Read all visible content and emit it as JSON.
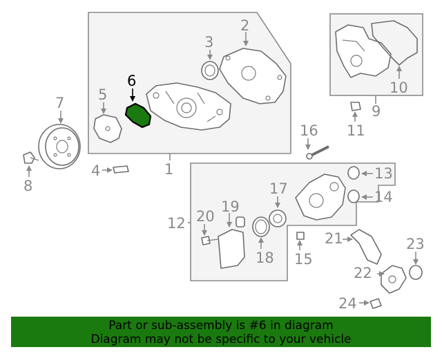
{
  "diagram": {
    "callouts": [
      "1",
      "2",
      "3",
      "4",
      "5",
      "6",
      "7",
      "8",
      "9",
      "10",
      "11",
      "12",
      "13",
      "14",
      "15",
      "16",
      "17",
      "18",
      "19",
      "20",
      "21",
      "22",
      "23",
      "24"
    ],
    "highlighted_part": "6",
    "colors": {
      "highlight_fill": "#1b7a0f",
      "banner_bg": "#1b7a0f",
      "line_gray": "#8a8a8a",
      "box_fill": "#f4f4f4"
    }
  },
  "banner": {
    "line1": "Part or sub-assembly is #6 in diagram",
    "line2": "Diagram may not be specific to your vehicle"
  }
}
